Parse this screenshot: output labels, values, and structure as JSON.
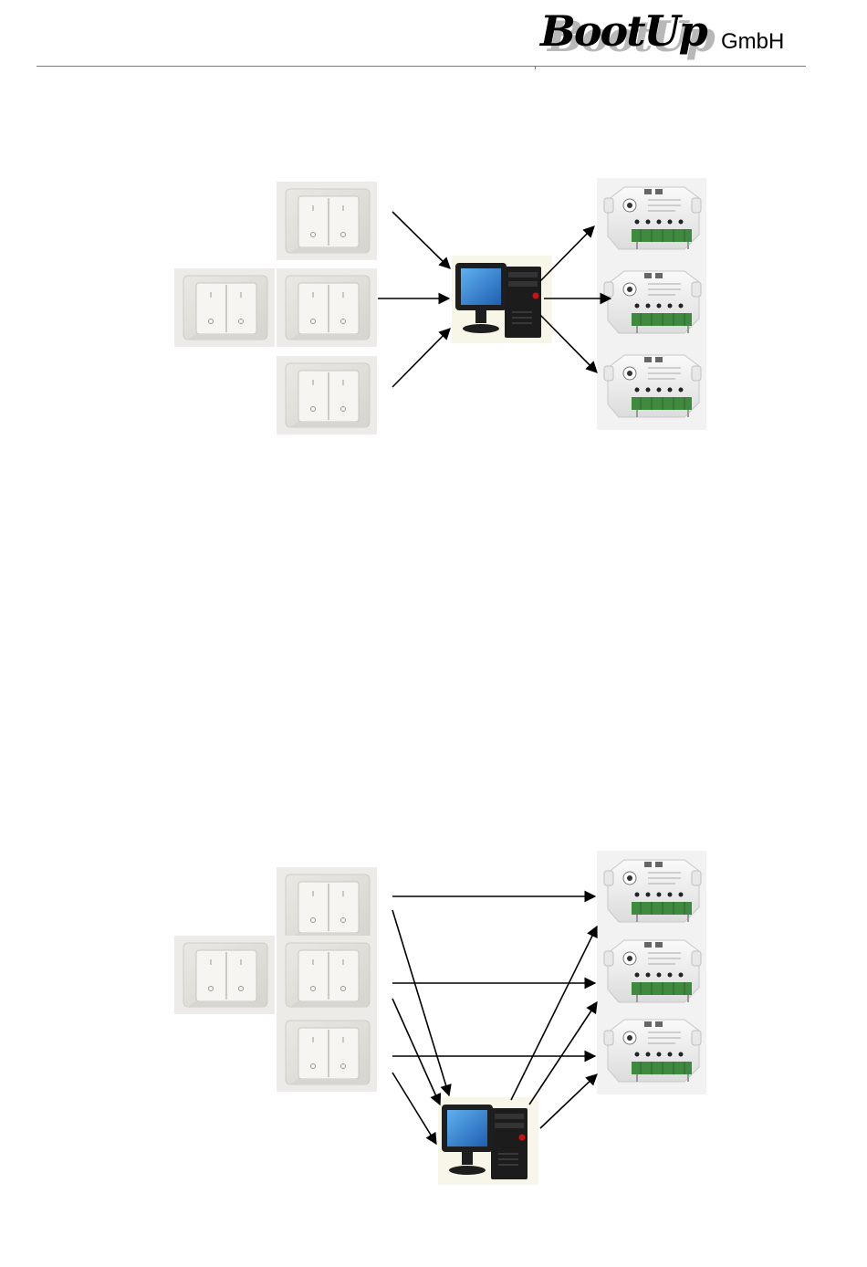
{
  "header": {
    "brand_main": "BootUp",
    "brand_suffix": "GmbH"
  },
  "diagrams": [
    {
      "id": "centralized",
      "switches": 4,
      "central_unit": "computer-icon",
      "actuators": 3
    },
    {
      "id": "hybrid",
      "switches": 4,
      "central_unit": "computer-icon",
      "actuators": 3
    }
  ],
  "colors": {
    "arrow": "#000000",
    "switch_plate": "#f3f2ee",
    "actuator_body": "#f6f6f6",
    "terminal_green": "#3f8a3f",
    "monitor_screen": "#2d7fd0",
    "tower": "#1c1c1c",
    "power_led": "#cc1111"
  }
}
